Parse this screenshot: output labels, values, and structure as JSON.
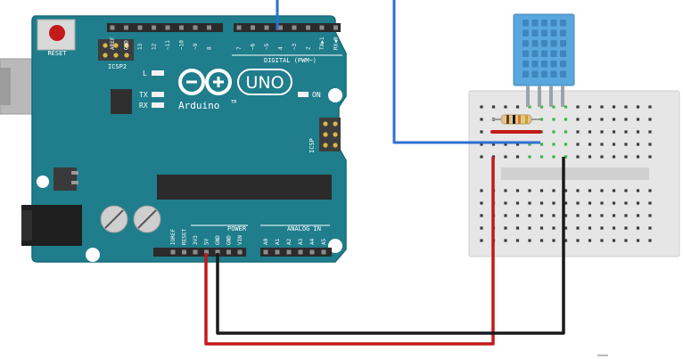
{
  "board": {
    "reset_label": "RESET",
    "icsp2_label": "ICSP2",
    "icsp_label": "ICSP",
    "led_l": "L",
    "led_tx": "TX",
    "led_rx": "RX",
    "on_label": "ON",
    "uno_label": "UNO",
    "brand": "Arduino",
    "tm": "TM",
    "digital_label": "DIGITAL (PWM~)",
    "power_label": "POWER",
    "analog_label": "ANALOG IN",
    "top_headers": [
      "AREF",
      "GND",
      "13",
      "12",
      "~11",
      "~10",
      "~9",
      "8",
      "7",
      "~6",
      "~5",
      "4",
      "~3",
      "2",
      "TX▶1",
      "RX◀0"
    ],
    "power_pins": [
      "IOREF",
      "RESET",
      "3V3",
      "5V",
      "GND",
      "GND",
      "VIN"
    ],
    "analog_pins": [
      "A0",
      "A1",
      "A2",
      "A3",
      "A4",
      "A5"
    ]
  },
  "colors": {
    "board": "#1f7d8c",
    "board_edge": "#176b78",
    "wire_blue": "#2f6fd1",
    "wire_red": "#c41a1a",
    "wire_black": "#1a1a1a",
    "sensor": "#5aa7dd",
    "breadboard": "#e7e7e7"
  },
  "components": [
    "arduino-uno",
    "breadboard",
    "dht11-sensor",
    "resistor",
    "wires"
  ]
}
